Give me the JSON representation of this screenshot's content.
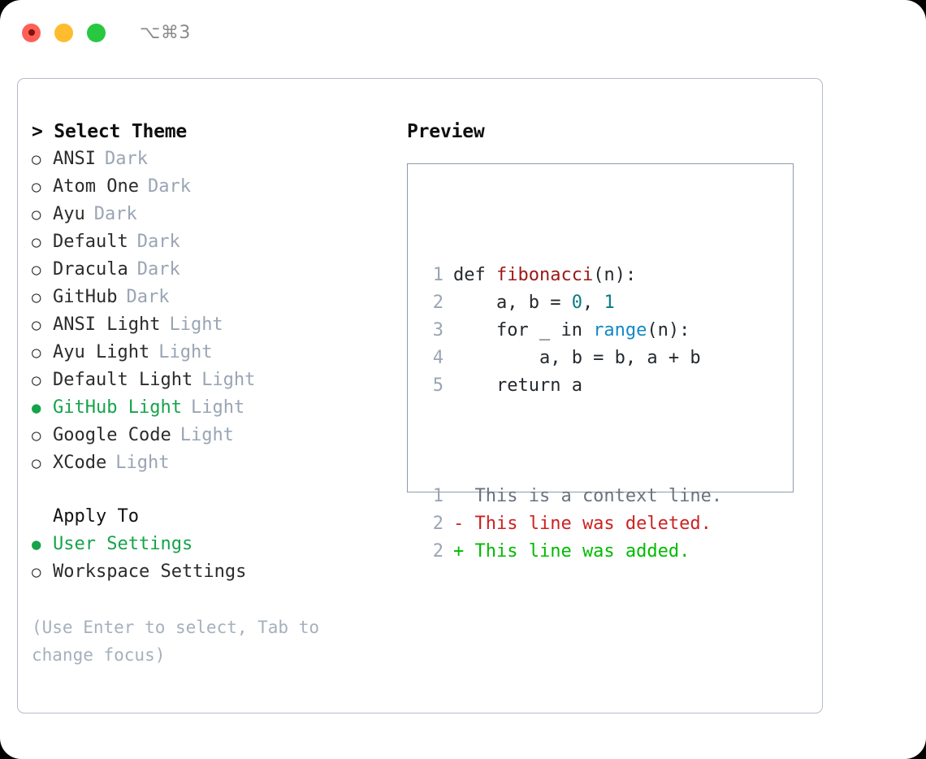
{
  "titlebar": {
    "lights": [
      {
        "name": "close-button",
        "color": "#ff5f57"
      },
      {
        "name": "minimize-button",
        "color": "#febc2e"
      },
      {
        "name": "maximize-button",
        "color": "#28c840"
      }
    ],
    "shortcut": "⌥⌘3"
  },
  "theme_picker": {
    "header": "> Select Theme",
    "items": [
      {
        "marker": "○",
        "label": "ANSI",
        "badge": "Dark",
        "selected": false
      },
      {
        "marker": "○",
        "label": "Atom One",
        "badge": "Dark",
        "selected": false
      },
      {
        "marker": "○",
        "label": "Ayu",
        "badge": "Dark",
        "selected": false
      },
      {
        "marker": "○",
        "label": "Default",
        "badge": "Dark",
        "selected": false
      },
      {
        "marker": "○",
        "label": "Dracula",
        "badge": "Dark",
        "selected": false
      },
      {
        "marker": "○",
        "label": "GitHub",
        "badge": "Dark",
        "selected": false
      },
      {
        "marker": "○",
        "label": "ANSI Light",
        "badge": "Light",
        "selected": false
      },
      {
        "marker": "○",
        "label": "Ayu Light",
        "badge": "Light",
        "selected": false
      },
      {
        "marker": "○",
        "label": "Default Light",
        "badge": "Light",
        "selected": false
      },
      {
        "marker": "●",
        "label": "GitHub Light",
        "badge": "Light",
        "selected": true
      },
      {
        "marker": "○",
        "label": "Google Code",
        "badge": "Light",
        "selected": false
      },
      {
        "marker": "○",
        "label": "XCode",
        "badge": "Light",
        "selected": false
      }
    ]
  },
  "apply_to": {
    "header": "Apply To",
    "items": [
      {
        "marker": "●",
        "label": "User Settings",
        "selected": true
      },
      {
        "marker": "○",
        "label": "Workspace Settings",
        "selected": false
      }
    ]
  },
  "hint": "(Use Enter to select, Tab to change focus)",
  "preview": {
    "title": "Preview",
    "code_lines": [
      {
        "num": "1",
        "tokens": [
          {
            "t": "def ",
            "c": "plain"
          },
          {
            "t": "fibonacci",
            "c": "fn"
          },
          {
            "t": "(n):",
            "c": "plain"
          }
        ]
      },
      {
        "num": "2",
        "tokens": [
          {
            "t": "    a, b = ",
            "c": "plain"
          },
          {
            "t": "0",
            "c": "num"
          },
          {
            "t": ", ",
            "c": "plain"
          },
          {
            "t": "1",
            "c": "num"
          }
        ]
      },
      {
        "num": "3",
        "tokens": [
          {
            "t": "    for _ in ",
            "c": "plain"
          },
          {
            "t": "range",
            "c": "call"
          },
          {
            "t": "(n):",
            "c": "plain"
          }
        ]
      },
      {
        "num": "4",
        "tokens": [
          {
            "t": "        a, b = b, a + b",
            "c": "plain"
          }
        ]
      },
      {
        "num": "5",
        "tokens": [
          {
            "t": "    return a",
            "c": "plain"
          }
        ]
      }
    ],
    "diff_lines": [
      {
        "num": "1",
        "text": "  This is a context line.",
        "kind": "ctx"
      },
      {
        "num": "2",
        "text": "- This line was deleted.",
        "kind": "del"
      },
      {
        "num": "2",
        "text": "+ This line was added.",
        "kind": "add"
      }
    ]
  },
  "colors": {
    "selection_green": "#16a34a",
    "badge_grey": "#9aa5b4",
    "diff_add": "#00bb00",
    "diff_del": "#cc2222",
    "token_fn": "#9c1818",
    "token_num": "#0a7b83",
    "token_call": "#1189c4"
  }
}
